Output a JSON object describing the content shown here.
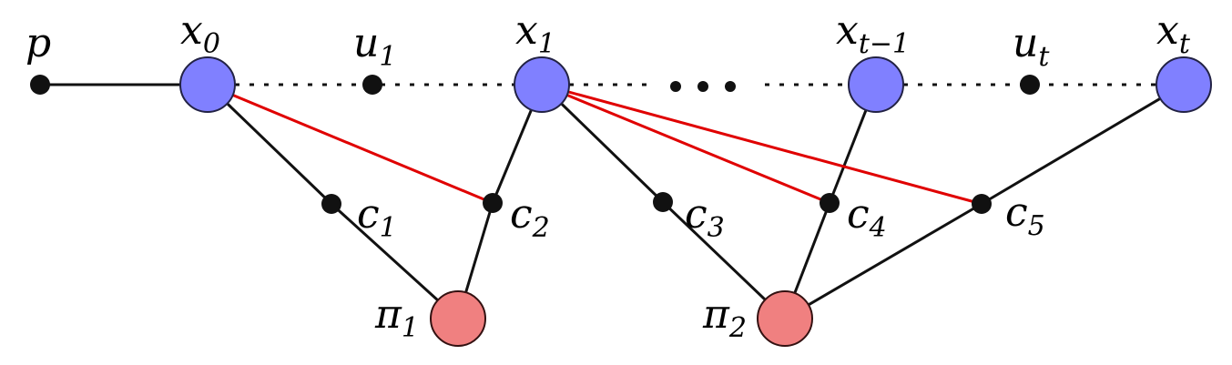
{
  "colors": {
    "x_node_fill": "#8080ff",
    "pi_node_fill": "#f08080",
    "dot_fill": "#111111",
    "edge_black": "#111111",
    "edge_red": "#e00000"
  },
  "labels": {
    "p": {
      "base": "p",
      "sub": ""
    },
    "x0": {
      "base": "x",
      "sub": "0"
    },
    "x1": {
      "base": "x",
      "sub": "1"
    },
    "xt1": {
      "base": "x",
      "sub": "t−1"
    },
    "xt": {
      "base": "x",
      "sub": "t"
    },
    "u1": {
      "base": "u",
      "sub": "1"
    },
    "ut": {
      "base": "u",
      "sub": "t"
    },
    "c1": {
      "base": "c",
      "sub": "1"
    },
    "c2": {
      "base": "c",
      "sub": "2"
    },
    "c3": {
      "base": "c",
      "sub": "3"
    },
    "c4": {
      "base": "c",
      "sub": "4"
    },
    "c5": {
      "base": "c",
      "sub": "5"
    },
    "pi1": {
      "base": "π",
      "sub": "1"
    },
    "pi2": {
      "base": "π",
      "sub": "2"
    }
  },
  "ellipsis": "…"
}
